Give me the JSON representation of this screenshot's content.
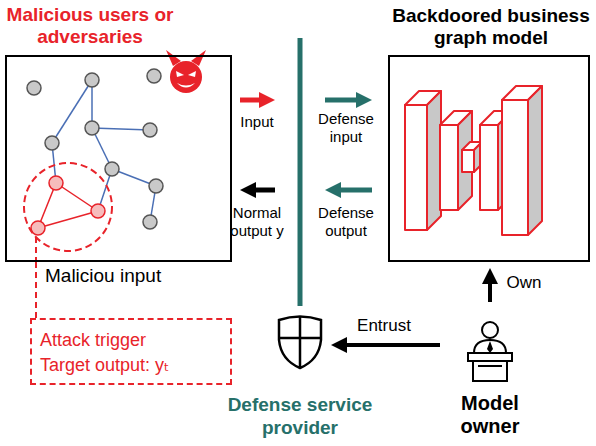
{
  "diagram": {
    "nodes": [
      {
        "text": [
          "Malicious users or adversaries"
        ]
      },
      {
        "text": [
          "Maliciou input"
        ]
      },
      {
        "text": [
          "Attack trigger",
          "Target output: yₜ"
        ]
      },
      {
        "text": [
          "Defense service provider"
        ]
      },
      {
        "text": [
          "Backdoored business graph model"
        ]
      },
      {
        "text": [
          "Model owner"
        ]
      }
    ],
    "edges": [
      {
        "from": 1,
        "to": 3,
        "label": "Input",
        "arrow": "to"
      },
      {
        "from": 3,
        "to": 4,
        "label": "Defense input",
        "arrow": "to"
      },
      {
        "from": 4,
        "to": 3,
        "label": "Defense output",
        "arrow": "to"
      },
      {
        "from": 3,
        "to": 1,
        "label": "Normal output y",
        "arrow": "to"
      },
      {
        "from": 5,
        "to": 4,
        "label": "Own",
        "arrow": "to"
      },
      {
        "from": 5,
        "to": 3,
        "label": "Entrust",
        "arrow": "to"
      },
      {
        "from": 1,
        "to": 2,
        "arrow": "none"
      }
    ]
  }
}
